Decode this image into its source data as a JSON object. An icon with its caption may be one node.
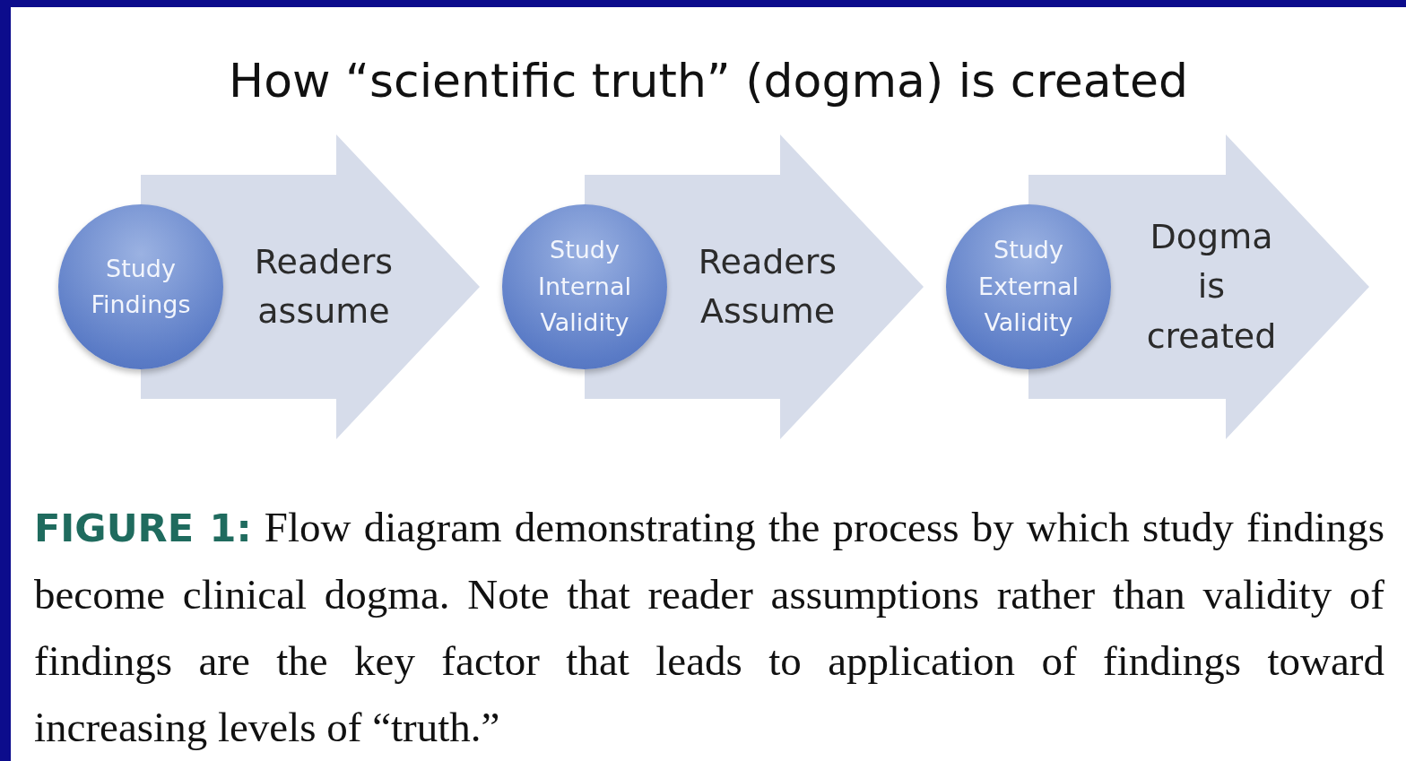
{
  "diagram": {
    "title": "How “scientific truth” (dogma) is created",
    "nodes": [
      {
        "text": [
          "Study Findings"
        ]
      },
      {
        "text": [
          "Study Internal Validity"
        ]
      },
      {
        "text": [
          "Study External Validity"
        ]
      }
    ],
    "edges": [
      {
        "from": 0,
        "to": 1,
        "arrow": "to",
        "label": "Readers assume"
      },
      {
        "from": 1,
        "to": 2,
        "arrow": "to",
        "label": "Readers Assume"
      },
      {
        "from": 2,
        "to": null,
        "arrow": "to",
        "label": "Dogma is created"
      }
    ],
    "caption": "**FIGURE 1:** Flow diagram demonstrating the process by which study findings become clinical dogma. Note that reader assumptions rather than validity of findings are the key factor that leads to application of findings toward increasing levels of “truth.”"
  }
}
